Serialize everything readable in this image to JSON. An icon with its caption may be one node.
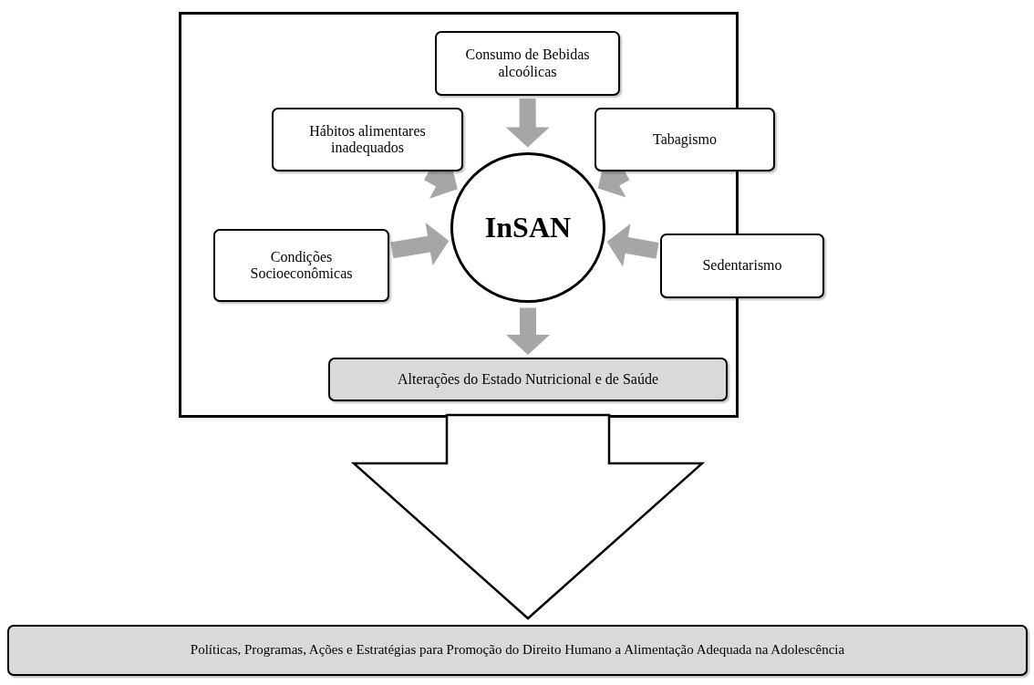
{
  "diagram": {
    "nodes": [
      {
        "text": [],
        "shape": "box"
      },
      {
        "text": [
          "Consumo de Bebidas alcoólicas"
        ],
        "in": 0
      },
      {
        "text": [
          "Hábitos alimentares inadequados"
        ],
        "in": 0
      },
      {
        "text": [
          "Tabagismo"
        ]
      },
      {
        "text": [
          "InSAN"
        ],
        "in": 0
      },
      {
        "text": [
          "Condições Socioeconômicas"
        ],
        "in": 0
      },
      {
        "text": [
          "Sedentarismo"
        ]
      },
      {
        "text": [
          "Alterações do Estado Nutricional e de Saúde"
        ],
        "in": 0
      },
      {
        "text": [
          "Políticas, Programas, Ações e Estratégias para Promoção do Direito Humano a Alimentação Adequada na Adolescência"
        ]
      }
    ],
    "edges": [
      {
        "from": 1,
        "to": 4,
        "arrow": "to"
      },
      {
        "from": 2,
        "to": 4,
        "arrow": "to"
      },
      {
        "from": 3,
        "to": 4,
        "arrow": "to"
      },
      {
        "from": 5,
        "to": 4,
        "arrow": "to"
      },
      {
        "from": 6,
        "to": 4,
        "arrow": "to"
      },
      {
        "from": 4,
        "to": 7,
        "arrow": "to"
      },
      {
        "from": 0,
        "to": 8,
        "arrow": "to",
        "style": "thick"
      }
    ]
  }
}
